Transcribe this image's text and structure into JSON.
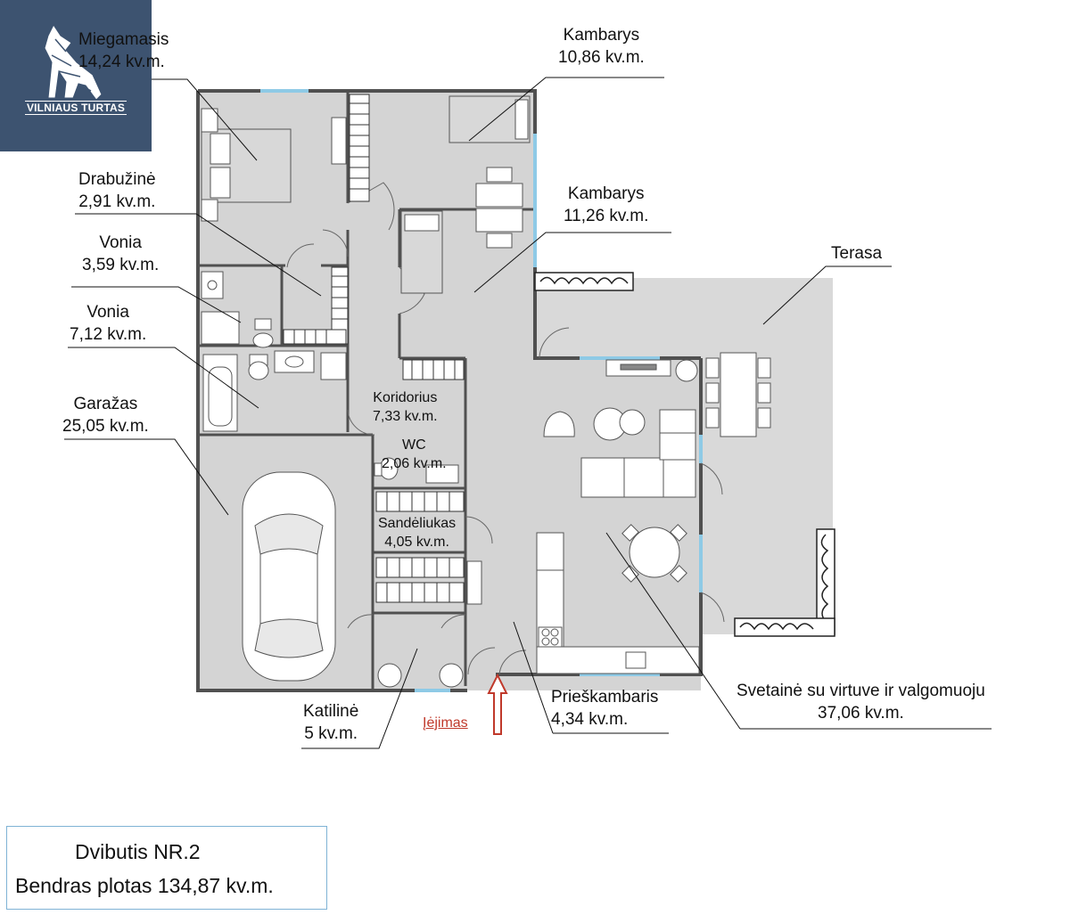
{
  "brand": {
    "name": "VILNIAUS TURTAS",
    "color": "#3d5370"
  },
  "rooms": {
    "miegamasis": {
      "name": "Miegamasis",
      "area": "14,24 kv.m."
    },
    "kambarys1": {
      "name": "Kambarys",
      "area": "10,86 kv.m."
    },
    "drabuzine": {
      "name": "Drabužinė",
      "area": "2,91 kv.m."
    },
    "kambarys2": {
      "name": "Kambarys",
      "area": "11,26 kv.m."
    },
    "terasa": {
      "name": "Terasa"
    },
    "vonia1": {
      "name": "Vonia",
      "area": "3,59 kv.m."
    },
    "vonia2": {
      "name": "Vonia",
      "area": "7,12 kv.m."
    },
    "koridorius": {
      "name": "Koridorius",
      "area": "7,33 kv.m."
    },
    "wc": {
      "name": "WC",
      "area": "2,06 kv.m."
    },
    "garazas": {
      "name": "Garažas",
      "area": "25,05 kv.m."
    },
    "sandeliukas": {
      "name": "Sandėliukas",
      "area": "4,05 kv.m."
    },
    "katiline": {
      "name": "Katilinė",
      "area": "5 kv.m."
    },
    "prieskambaris": {
      "name": "Prieškambaris",
      "area": "4,34 kv.m."
    },
    "svetaine": {
      "name": "Svetainė su virtuve ir valgomuoju",
      "area": "37,06 kv.m."
    }
  },
  "entry": {
    "label": "Įėjimas",
    "color": "#c0392b"
  },
  "summary": {
    "title": "Dvibutis NR.2",
    "total": "Bendras plotas 134,87 kv.m."
  },
  "colors": {
    "floor": "#d4d4d4",
    "wall": "#505050",
    "window": "#8ecae6",
    "terrace": "#d9d9d9"
  }
}
